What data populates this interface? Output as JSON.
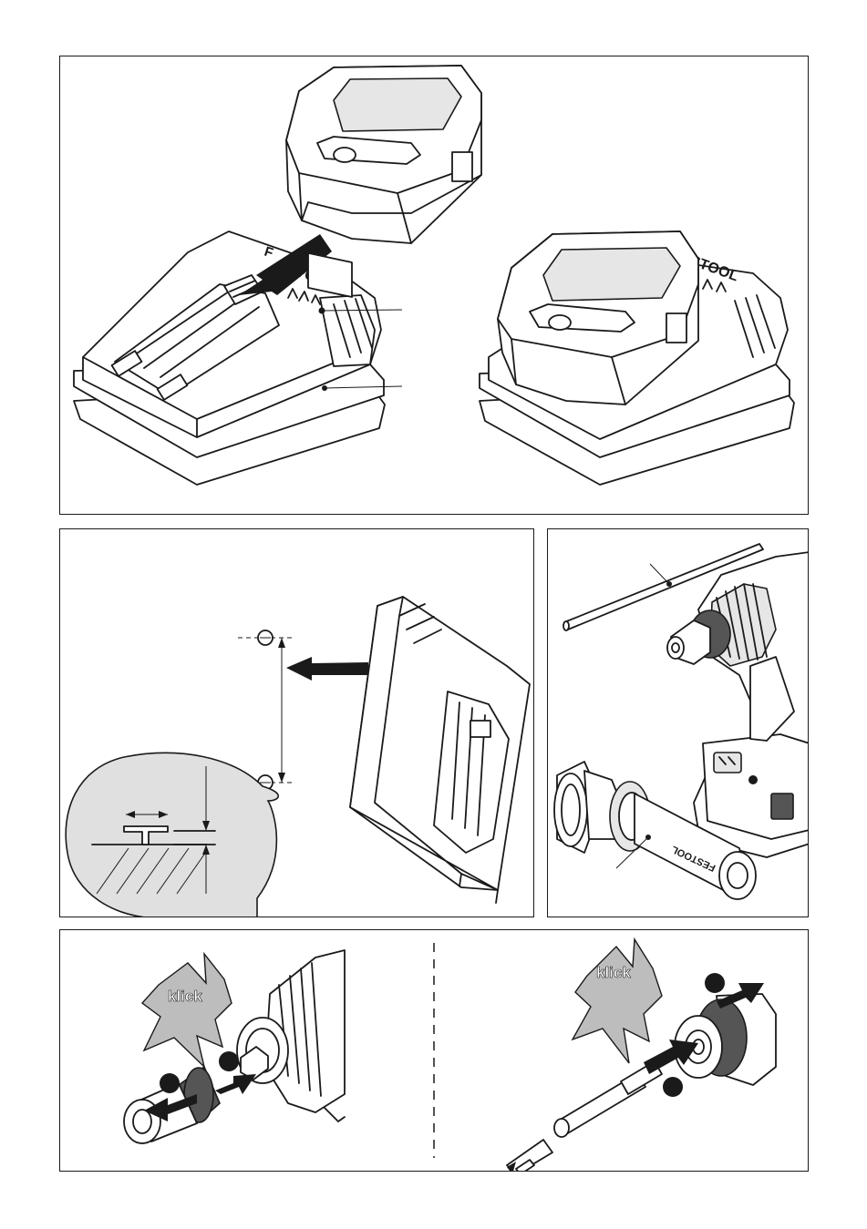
{
  "panel_charger": {
    "logo_left": "TOOL",
    "logo_left_f": "F",
    "logo_right": "STOOL"
  },
  "panel_handle": {
    "logo": "FESTOOL"
  },
  "panel_chuck": {
    "klick_left": "klick",
    "klick_right": "klick"
  },
  "colors": {
    "line": "#1a1a1a",
    "shade": "#e6e6e6",
    "dark_ring": "#555555",
    "callout_fill": "#e0e0e0",
    "starburst_fill": "#bdbdbd"
  }
}
